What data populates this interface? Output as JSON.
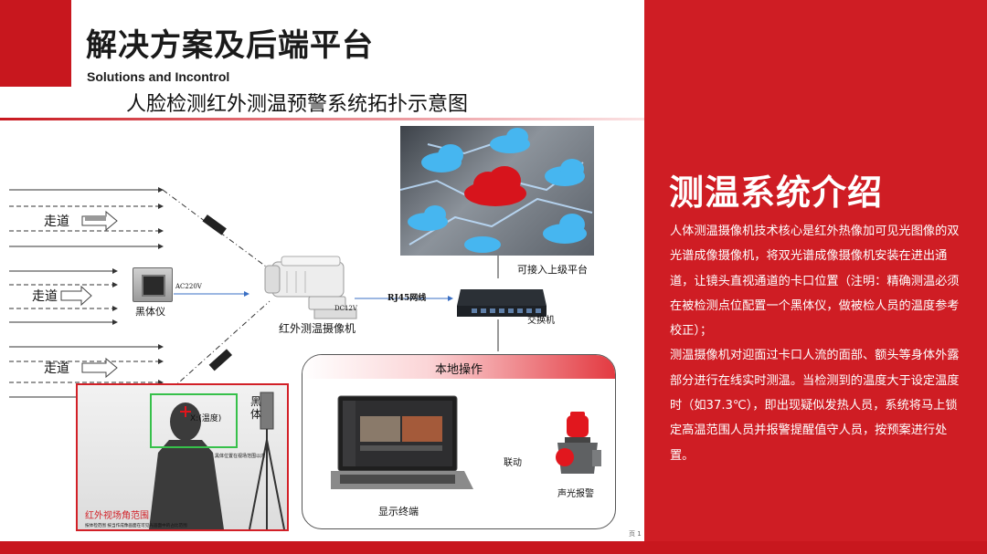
{
  "header": {
    "title": "解决方案及后端平台",
    "subtitle": "Solutions and Incontrol",
    "diagram_title": "人脸检测红外测温预警系统拓扑示意图"
  },
  "diagram": {
    "corridor_label": "走道",
    "blackbody_label": "黑体仪",
    "ac_label": "AC220V",
    "dc_label": "DC12V",
    "rj45_label": "RJ45网线",
    "camera_label": "红外测温摄像机",
    "switch_label": "交换机",
    "upper_platform_label": "可接入上级平台",
    "local_op_title": "本地操作",
    "display_label": "显示终端",
    "linkage_label": "联动",
    "alarm_label": "声光报警",
    "ir_view_label": "红外视场角范围",
    "ir_view_caption": "按体检范围 按当作成像画面在可见光画面中的占比范围",
    "temp_marker": "X:(温度)",
    "blackbody_vertical": "黑体",
    "blackbody_note": "黑体位置在视场范围以内",
    "page_number": "页 1"
  },
  "intro": {
    "title": "测温系统介绍",
    "paragraph1": "人体测温摄像机技术核心是红外热像加可见光图像的双光谱成像摄像机，将双光谱成像摄像机安装在进出通道，让镜头直视通道的卡口位置（注明：精确测温必须在被检测点位配置一个黑体仪，做被检人员的温度参考校正）；",
    "paragraph2": "测温摄像机对迎面过卡口人流的面部、额头等身体外露部分进行在线实时测温。当检测到的温度大于设定温度时（如37.3℃），即出现疑似发热人员，系统将马上锁定高温范围人员并报警提醒值守人员，按预案进行处置。"
  },
  "colors": {
    "brand_red": "#cf1d24",
    "text_dark": "#1a1a1a"
  }
}
